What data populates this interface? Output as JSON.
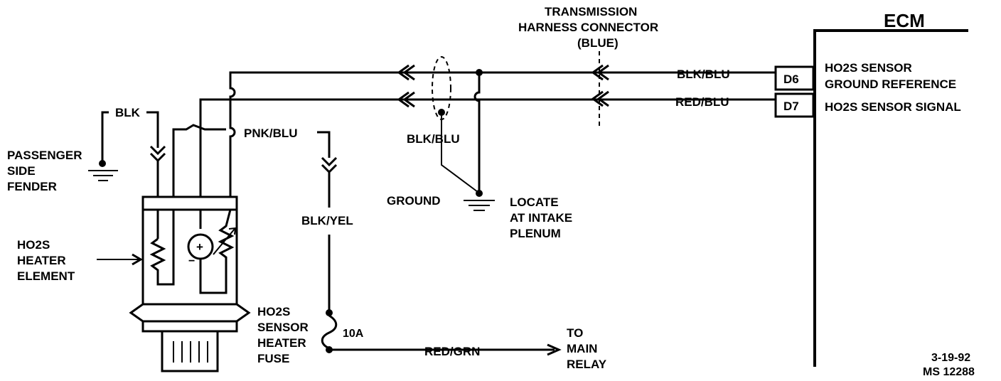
{
  "labels": {
    "connector_line1": "TRANSMISSION",
    "connector_line2": "HARNESS CONNECTOR",
    "connector_line3": "(BLUE)",
    "ecm": "ECM",
    "wire_blk_blu_top": "BLK/BLU",
    "wire_red_blu": "RED/BLU",
    "pin_d6": "D6",
    "pin_d7": "D7",
    "d6_desc_line1": "HO2S SENSOR",
    "d6_desc_line2": "GROUND REFERENCE",
    "d7_desc": "HO2S SENSOR SIGNAL",
    "wire_blk": "BLK",
    "fender_line1": "PASSENGER",
    "fender_line2": "SIDE",
    "fender_line3": "FENDER",
    "wire_pnk_blu": "PNK/BLU",
    "wire_blk_blu_shield": "BLK/BLU",
    "ground": "GROUND",
    "locate_line1": "LOCATE",
    "locate_line2": "AT INTAKE",
    "locate_line3": "PLENUM",
    "wire_blk_yel": "BLK/YEL",
    "heater_line1": "HO2S",
    "heater_line2": "HEATER",
    "heater_line3": "ELEMENT",
    "fuse_line1": "HO2S",
    "fuse_line2": "SENSOR",
    "fuse_line3": "HEATER",
    "fuse_line4": "FUSE",
    "fuse_rating": "10A",
    "wire_red_grn": "RED/GRN",
    "relay_line1": "TO",
    "relay_line2": "MAIN",
    "relay_line3": "RELAY",
    "date": "3-19-92",
    "ms_number": "MS 12288",
    "plus": "+",
    "minus": "−"
  }
}
